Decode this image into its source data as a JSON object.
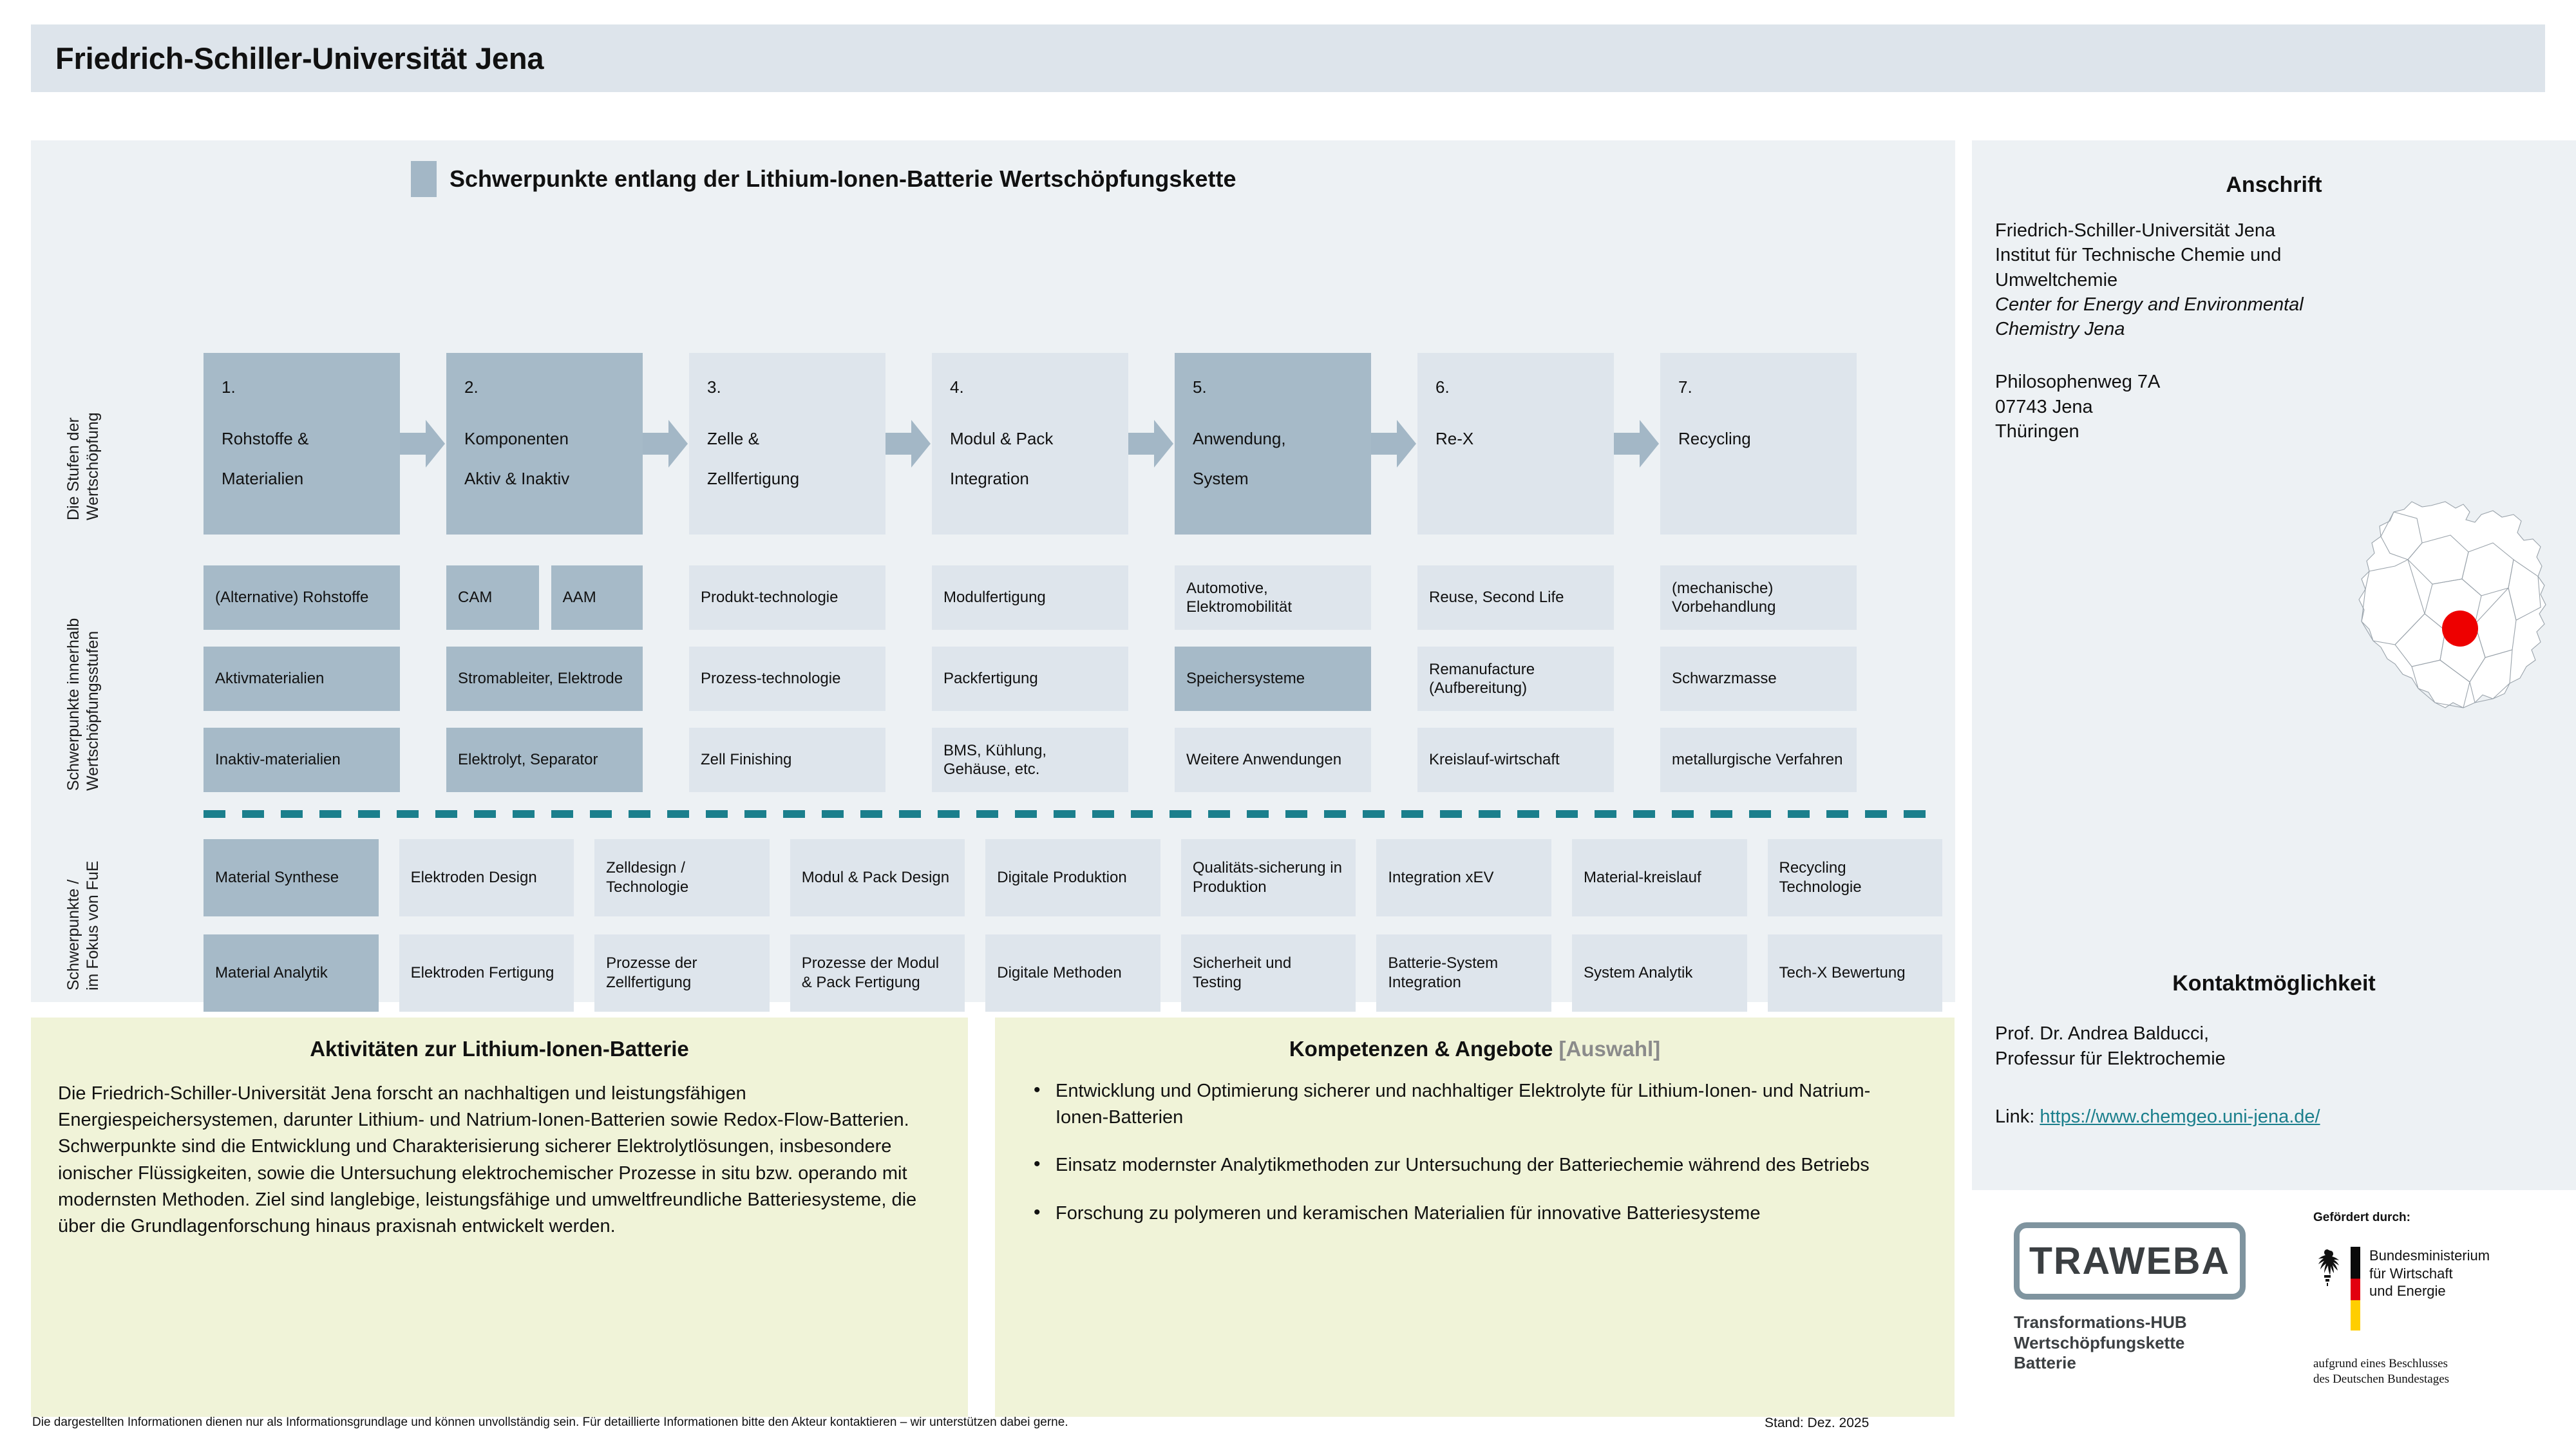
{
  "header": {
    "title": "Friedrich-Schiller-Universität Jena"
  },
  "main": {
    "panel_title": "Schwerpunkte entlang der Lithium-Ionen-Batterie Wertschöpfungskette",
    "axis_labels": {
      "stages": [
        "Die Stufen der",
        "Wertschöpfung"
      ],
      "within_stages": [
        "Schwerpunkte innerhalb",
        "Wertschöpfungsstufen"
      ],
      "rnd_focus": [
        "Schwerpunkte /",
        "im Fokus  von FuE"
      ]
    },
    "stages": [
      {
        "num": "1.",
        "line1": "Rohstoffe &",
        "line2": "Materialien",
        "highlighted": true
      },
      {
        "num": "2.",
        "line1": "Komponenten",
        "line2": "Aktiv & Inaktiv",
        "highlighted": true
      },
      {
        "num": "3.",
        "line1": "Zelle &",
        "line2": "Zellfertigung",
        "highlighted": false
      },
      {
        "num": "4.",
        "line1": "Modul & Pack",
        "line2": "Integration",
        "highlighted": false
      },
      {
        "num": "5.",
        "line1": "Anwendung,",
        "line2": "System",
        "highlighted": true
      },
      {
        "num": "6.",
        "line1": "Re-X",
        "line2": "",
        "highlighted": false
      },
      {
        "num": "7.",
        "line1": "Recycling",
        "line2": "",
        "highlighted": false
      }
    ],
    "focus_rows": [
      [
        {
          "cells": [
            {
              "label": "(Alternative) Rohstoffe",
              "highlighted": true
            }
          ]
        },
        {
          "cells": [
            {
              "label": "CAM",
              "highlighted": true
            },
            {
              "label": "AAM",
              "highlighted": true
            }
          ]
        },
        {
          "cells": [
            {
              "label": "Produkt-technologie",
              "highlighted": false
            }
          ]
        },
        {
          "cells": [
            {
              "label": "Modulfertigung",
              "highlighted": false
            }
          ]
        },
        {
          "cells": [
            {
              "label": "Automotive, Elektromobilität",
              "highlighted": false
            }
          ]
        },
        {
          "cells": [
            {
              "label": "Reuse, Second Life",
              "highlighted": false
            }
          ]
        },
        {
          "cells": [
            {
              "label": "(mechanische) Vorbehandlung",
              "highlighted": false
            }
          ]
        }
      ],
      [
        {
          "cells": [
            {
              "label": "Aktivmaterialien",
              "highlighted": true
            }
          ]
        },
        {
          "cells": [
            {
              "label": "Stromableiter, Elektrode",
              "highlighted": true
            }
          ]
        },
        {
          "cells": [
            {
              "label": "Prozess-technologie",
              "highlighted": false
            }
          ]
        },
        {
          "cells": [
            {
              "label": "Packfertigung",
              "highlighted": false
            }
          ]
        },
        {
          "cells": [
            {
              "label": "Speichersysteme",
              "highlighted": true
            }
          ]
        },
        {
          "cells": [
            {
              "label": "Remanufacture (Aufbereitung)",
              "highlighted": false
            }
          ]
        },
        {
          "cells": [
            {
              "label": "Schwarzmasse",
              "highlighted": false
            }
          ]
        }
      ],
      [
        {
          "cells": [
            {
              "label": "Inaktiv-materialien",
              "highlighted": true
            }
          ]
        },
        {
          "cells": [
            {
              "label": "Elektrolyt, Separator",
              "highlighted": true
            }
          ]
        },
        {
          "cells": [
            {
              "label": "Zell Finishing",
              "highlighted": false
            }
          ]
        },
        {
          "cells": [
            {
              "label": "BMS, Kühlung, Gehäuse, etc.",
              "highlighted": false
            }
          ]
        },
        {
          "cells": [
            {
              "label": "Weitere Anwendungen",
              "highlighted": false
            }
          ]
        },
        {
          "cells": [
            {
              "label": "Kreislauf-wirtschaft",
              "highlighted": false
            }
          ]
        },
        {
          "cells": [
            {
              "label": "metallurgische Verfahren",
              "highlighted": false
            }
          ]
        }
      ]
    ],
    "fue_rows": [
      [
        {
          "label": "Material Synthese",
          "highlighted": true
        },
        {
          "label": "Elektroden Design",
          "highlighted": false
        },
        {
          "label": "Zelldesign / Technologie",
          "highlighted": false
        },
        {
          "label": "Modul & Pack Design",
          "highlighted": false
        },
        {
          "label": "Digitale Produktion",
          "highlighted": false
        },
        {
          "label": "Qualitäts-sicherung in Produktion",
          "highlighted": false
        },
        {
          "label": "Integration xEV",
          "highlighted": false
        },
        {
          "label": "Material-kreislauf",
          "highlighted": false
        },
        {
          "label": "Recycling Technologie",
          "highlighted": false
        }
      ],
      [
        {
          "label": "Material Analytik",
          "highlighted": true
        },
        {
          "label": "Elektroden Fertigung",
          "highlighted": false
        },
        {
          "label": "Prozesse der Zellfertigung",
          "highlighted": false
        },
        {
          "label": "Prozesse der Modul & Pack Fertigung",
          "highlighted": false
        },
        {
          "label": "Digitale Methoden",
          "highlighted": false
        },
        {
          "label": "Sicherheit und Testing",
          "highlighted": false
        },
        {
          "label": "Batterie-System Integration",
          "highlighted": false
        },
        {
          "label": "System Analytik",
          "highlighted": false
        },
        {
          "label": "Tech-X Bewertung",
          "highlighted": false
        }
      ]
    ]
  },
  "activities": {
    "title": "Aktivitäten zur Lithium-Ionen-Batterie",
    "body": "Die Friedrich-Schiller-Universität Jena forscht an nachhaltigen und leistungsfähigen Energiespeichersystemen, darunter Lithium- und Natrium-Ionen-Batterien sowie Redox-Flow-Batterien. Schwerpunkte sind die Entwicklung und Charakterisierung sicherer Elektrolytlösungen, insbesondere ionischer Flüssigkeiten, sowie die Untersuchung elektrochemischer Prozesse in situ bzw. operando mit modernsten Methoden. Ziel sind langlebige, leistungsfähige und umweltfreundliche Batteriesysteme, die über die Grundlagenforschung hinaus praxisnah entwickelt werden."
  },
  "competencies": {
    "title": "Kompetenzen & Angebote",
    "title_suffix": "[Auswahl]",
    "items": [
      "Entwicklung und Optimierung sicherer und nachhaltiger Elektrolyte für Lithium-Ionen- und Natrium-Ionen-Batterien",
      "Einsatz modernster Analytikmethoden zur Untersuchung der Batteriechemie während des Betriebs",
      "Forschung zu polymeren und keramischen Materialien für innovative Batteriesysteme"
    ]
  },
  "sidebar": {
    "address_title": "Anschrift",
    "address_lines": [
      "Friedrich-Schiller-Universität Jena",
      "Institut für Technische Chemie und",
      "Umweltchemie"
    ],
    "address_italic_lines": [
      "Center for Energy and Environmental",
      "Chemistry Jena"
    ],
    "address_lines_2": [
      "Philosophenweg  7A",
      "07743 Jena",
      "Thüringen"
    ],
    "map_alt": "germany-map-with-jena-marker",
    "contact_title": "Kontaktmöglichkeit",
    "contact_lines": [
      "Prof. Dr. Andrea Balducci,",
      "Professur für Elektrochemie"
    ],
    "link_label": "Link:",
    "link_url": "https://www.chemgeo.uni-jena.de/"
  },
  "logos": {
    "traweba_word": "TRAWEBA",
    "traweba_sub": [
      "Transformations-HUB",
      "Wertschöpfungskette",
      "Batterie"
    ],
    "funded_by": "Gefördert durch:",
    "ministry_lines": [
      "Bundesministerium",
      "für Wirtschaft",
      "und Energie"
    ],
    "resolution_lines": [
      "aufgrund eines Beschlusses",
      "des Deutschen Bundestages"
    ]
  },
  "footer": {
    "disclaimer": "Die dargestellten Informationen dienen nur als Informationsgrundlage und können unvollständig sein. Für detaillierte Informationen bitte den Akteur kontaktieren – wir unterstützen dabei gerne.",
    "date": "Stand: Dez. 2025"
  },
  "colors": {
    "header_bg": "#dde4eb",
    "panel_bg": "#edf1f4",
    "box": "#dee5ec",
    "box_highlight": "#a6bac8",
    "accent_teal": "#1b7f8c",
    "yellow_panel": "#f0f3d8",
    "marker_red": "#ee0000"
  }
}
